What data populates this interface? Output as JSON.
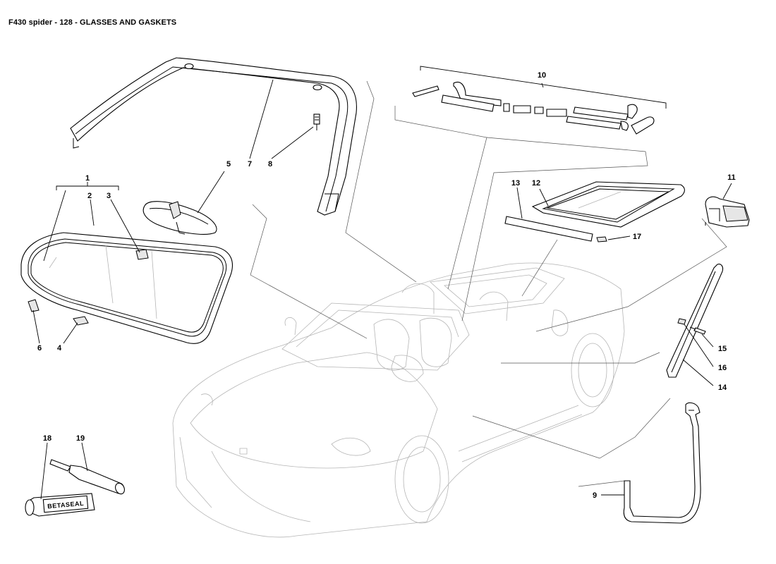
{
  "title": "F430 spider - 128 - GLASSES AND GASKETS",
  "callouts": [
    "1",
    "2",
    "3",
    "4",
    "5",
    "6",
    "7",
    "8",
    "9",
    "10",
    "11",
    "12",
    "13",
    "14",
    "15",
    "16",
    "17",
    "18",
    "19"
  ],
  "tube_label": "BETASEAL"
}
